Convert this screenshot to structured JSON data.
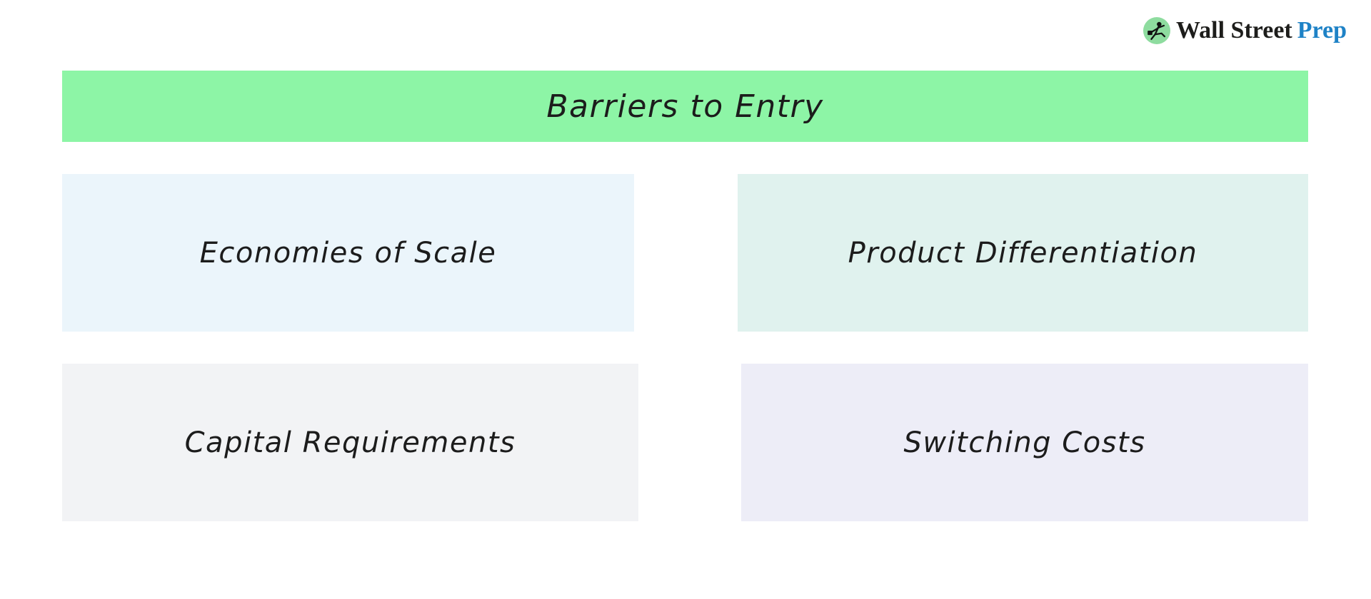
{
  "logo": {
    "brand_first": "Wall Street",
    "brand_second": "Prep",
    "icon": "runner-with-briefcase-icon",
    "icon_bg": "#8edc9f",
    "brand_color_dark": "#1d1d1b",
    "brand_color_blue": "#1e82c6"
  },
  "diagram": {
    "title": {
      "label": "Barriers to Entry",
      "bg": "#8df5a6"
    },
    "text_color": "#1c1c1c",
    "boxes": [
      {
        "label": "Economies of Scale",
        "bg": "#ebf5fb"
      },
      {
        "label": "Product Differentiation",
        "bg": "#e0f2ee"
      },
      {
        "label": "Capital Requirements",
        "bg": "#f2f3f5"
      },
      {
        "label": "Switching Costs",
        "bg": "#ededf7"
      }
    ]
  }
}
